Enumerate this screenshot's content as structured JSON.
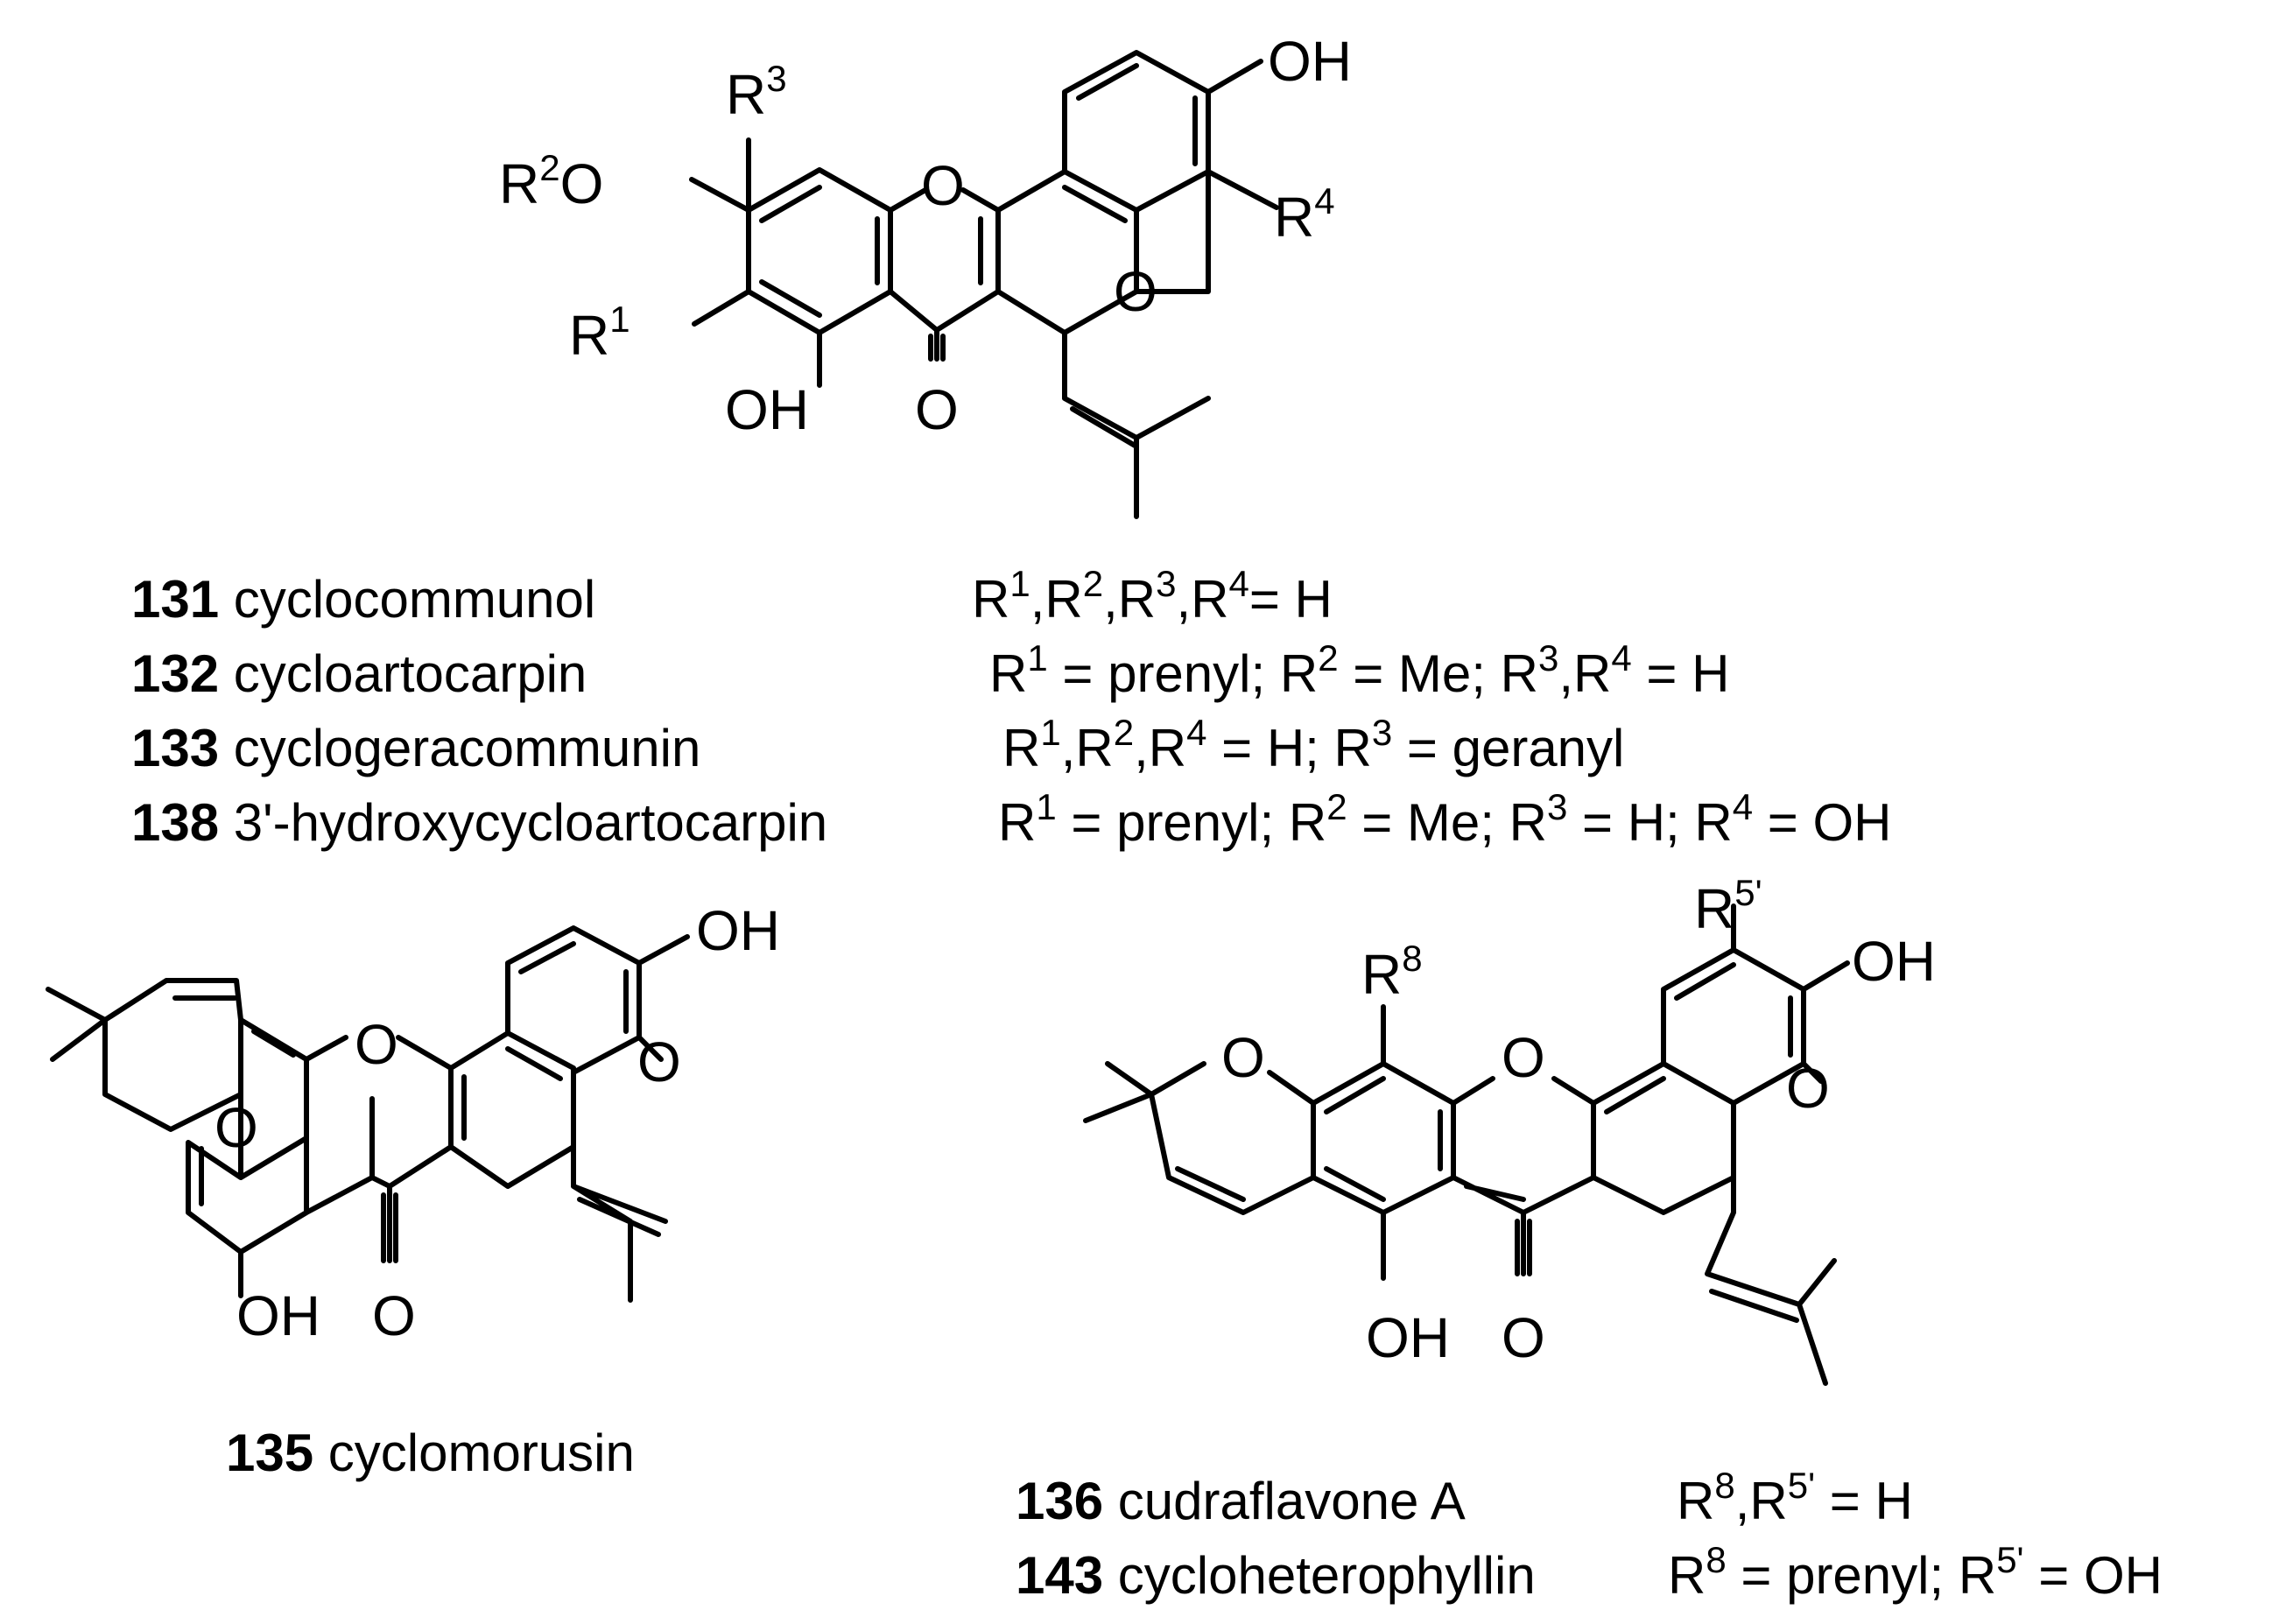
{
  "atoms": {
    "oxygen": "O",
    "hydroxyl": "OH",
    "r": "R",
    "r1": "1",
    "r2": "2",
    "r3": "3",
    "r4": "4",
    "r5p": "5'",
    "r8": "8"
  },
  "compounds": [
    {
      "number": "131",
      "name": "cyclocommunol",
      "substituents": "R1,R2,R3,R4= H"
    },
    {
      "number": "132",
      "name": "cycloartocarpin",
      "substituents": "R1 = prenyl; R2 = Me; R3,R4 = H"
    },
    {
      "number": "133",
      "name": "cyclogeracommunin",
      "substituents": "R1,R2,R4 = H; R3 = geranyl"
    },
    {
      "number": "138",
      "name": "3'-hydroxycycloartocarpin",
      "substituents": "R1 = prenyl; R2 = Me; R3 = H; R4 = OH"
    },
    {
      "number": "135",
      "name": "cyclomorusin",
      "substituents": ""
    },
    {
      "number": "136",
      "name": "cudraflavone A",
      "substituents": "R8,R5' = H"
    },
    {
      "number": "143",
      "name": "cycloheterophyllin",
      "substituents": "R8 = prenyl; R5' = OH"
    }
  ],
  "subst_text": {
    "eq_h": "= H",
    "eq_h_only": " = H",
    "r1_prenyl": " = prenyl; ",
    "r2_me": " = Me; ",
    "r4_h_r3": " = H; ",
    "r3_geranyl": " = geranyl",
    "r3_h": " = H; ",
    "r4_oh": " = OH",
    "r8_prenyl": " = prenyl; ",
    "r5_oh": " = OH",
    "comma": ","
  },
  "colors": {
    "ink": "#000000",
    "background": "#ffffff"
  }
}
